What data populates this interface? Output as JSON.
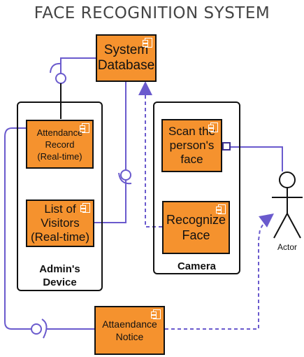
{
  "title": "FACE RECOGNITION SYSTEM",
  "containers": {
    "admin": {
      "label_line1": "Admin's",
      "label_line2": "Device"
    },
    "camera": {
      "label": "Camera"
    }
  },
  "components": {
    "system_database": {
      "line1": "System",
      "line2": "Database"
    },
    "attendance_record": {
      "line1": "Attendance",
      "line2": "Record",
      "line3": "(Real-time)"
    },
    "list_of_visitors": {
      "line1": "List of",
      "line2": "Visitors",
      "line3": "(Real-time)"
    },
    "scan_face": {
      "line1": "Scan the",
      "line2": "person's",
      "line3": "face"
    },
    "recognize_face": {
      "line1": "Recognize",
      "line2": "Face"
    },
    "attendance_notice": {
      "line1": "Attaendance",
      "line2": "Notice"
    }
  },
  "actor": {
    "label": "Actor"
  },
  "colors": {
    "component_fill": "#f5922e",
    "connector": "#6a5acd",
    "border": "#111111"
  },
  "icons": {
    "component_icon": "uml-component-icon",
    "actor_icon": "stick-figure-icon"
  }
}
